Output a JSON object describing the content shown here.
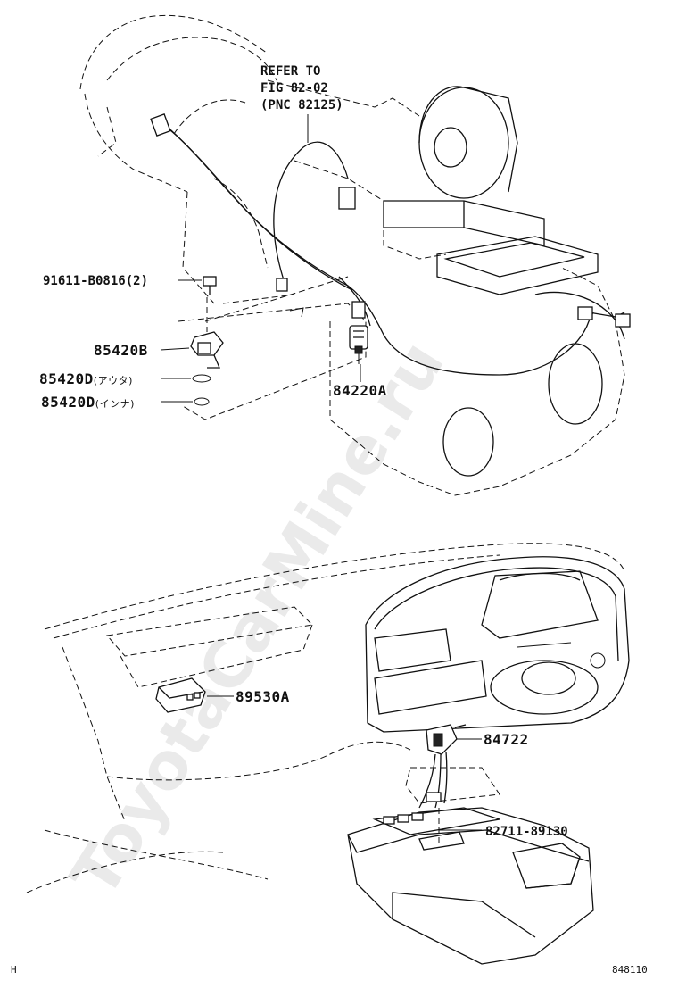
{
  "watermark": "ToyotaCarMine.ru",
  "reference": {
    "line1": "REFER TO",
    "line2": "FIG 82-02",
    "line3": "(PNC 82125)"
  },
  "parts": {
    "bolt": {
      "number": "91611-B0816",
      "qty": "(2)"
    },
    "sensor_b": {
      "number": "85420B"
    },
    "oring_outer": {
      "number": "85420D",
      "note": "(アウタ)"
    },
    "oring_inner": {
      "number": "85420D",
      "note": "(インナ)"
    },
    "switch_a": {
      "number": "84220A"
    },
    "buzzer": {
      "number": "89530A"
    },
    "switch_84722": {
      "number": "84722"
    },
    "harness": {
      "number": "82711-89130"
    }
  },
  "footer": {
    "left": "H",
    "right": "848110"
  }
}
